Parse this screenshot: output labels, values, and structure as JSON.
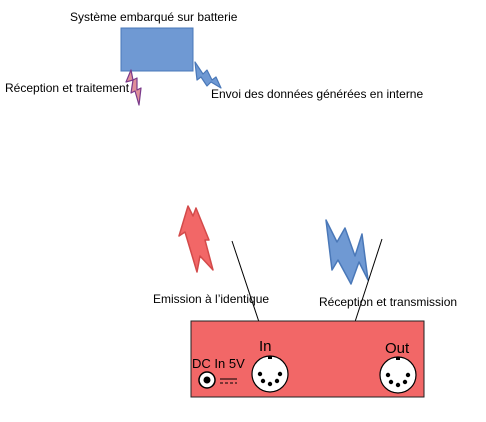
{
  "diagram": {
    "top_system": {
      "title": "Système embarqué sur batterie",
      "left_label": "Réception et traitement",
      "right_label": "Envoi des données générées en interne",
      "box_color": "#6f99d3",
      "box_border": "#4a78b8"
    },
    "bottom_device": {
      "left_label": "Emission à l’identique",
      "right_label": "Réception et transmission",
      "power_label": "DC In 5V",
      "in_label": "In",
      "out_label": "Out",
      "box_color": "#f26767",
      "box_border": "#222222"
    },
    "colors": {
      "red_bolt": "#f26767",
      "red_bolt_stroke": "#d34a4a",
      "blue_bolt": "#6f99d3",
      "blue_bolt_stroke": "#4a78b8",
      "pink_bolt": "#e08f9a",
      "purple_bolt_stroke": "#7a3a8a"
    }
  }
}
